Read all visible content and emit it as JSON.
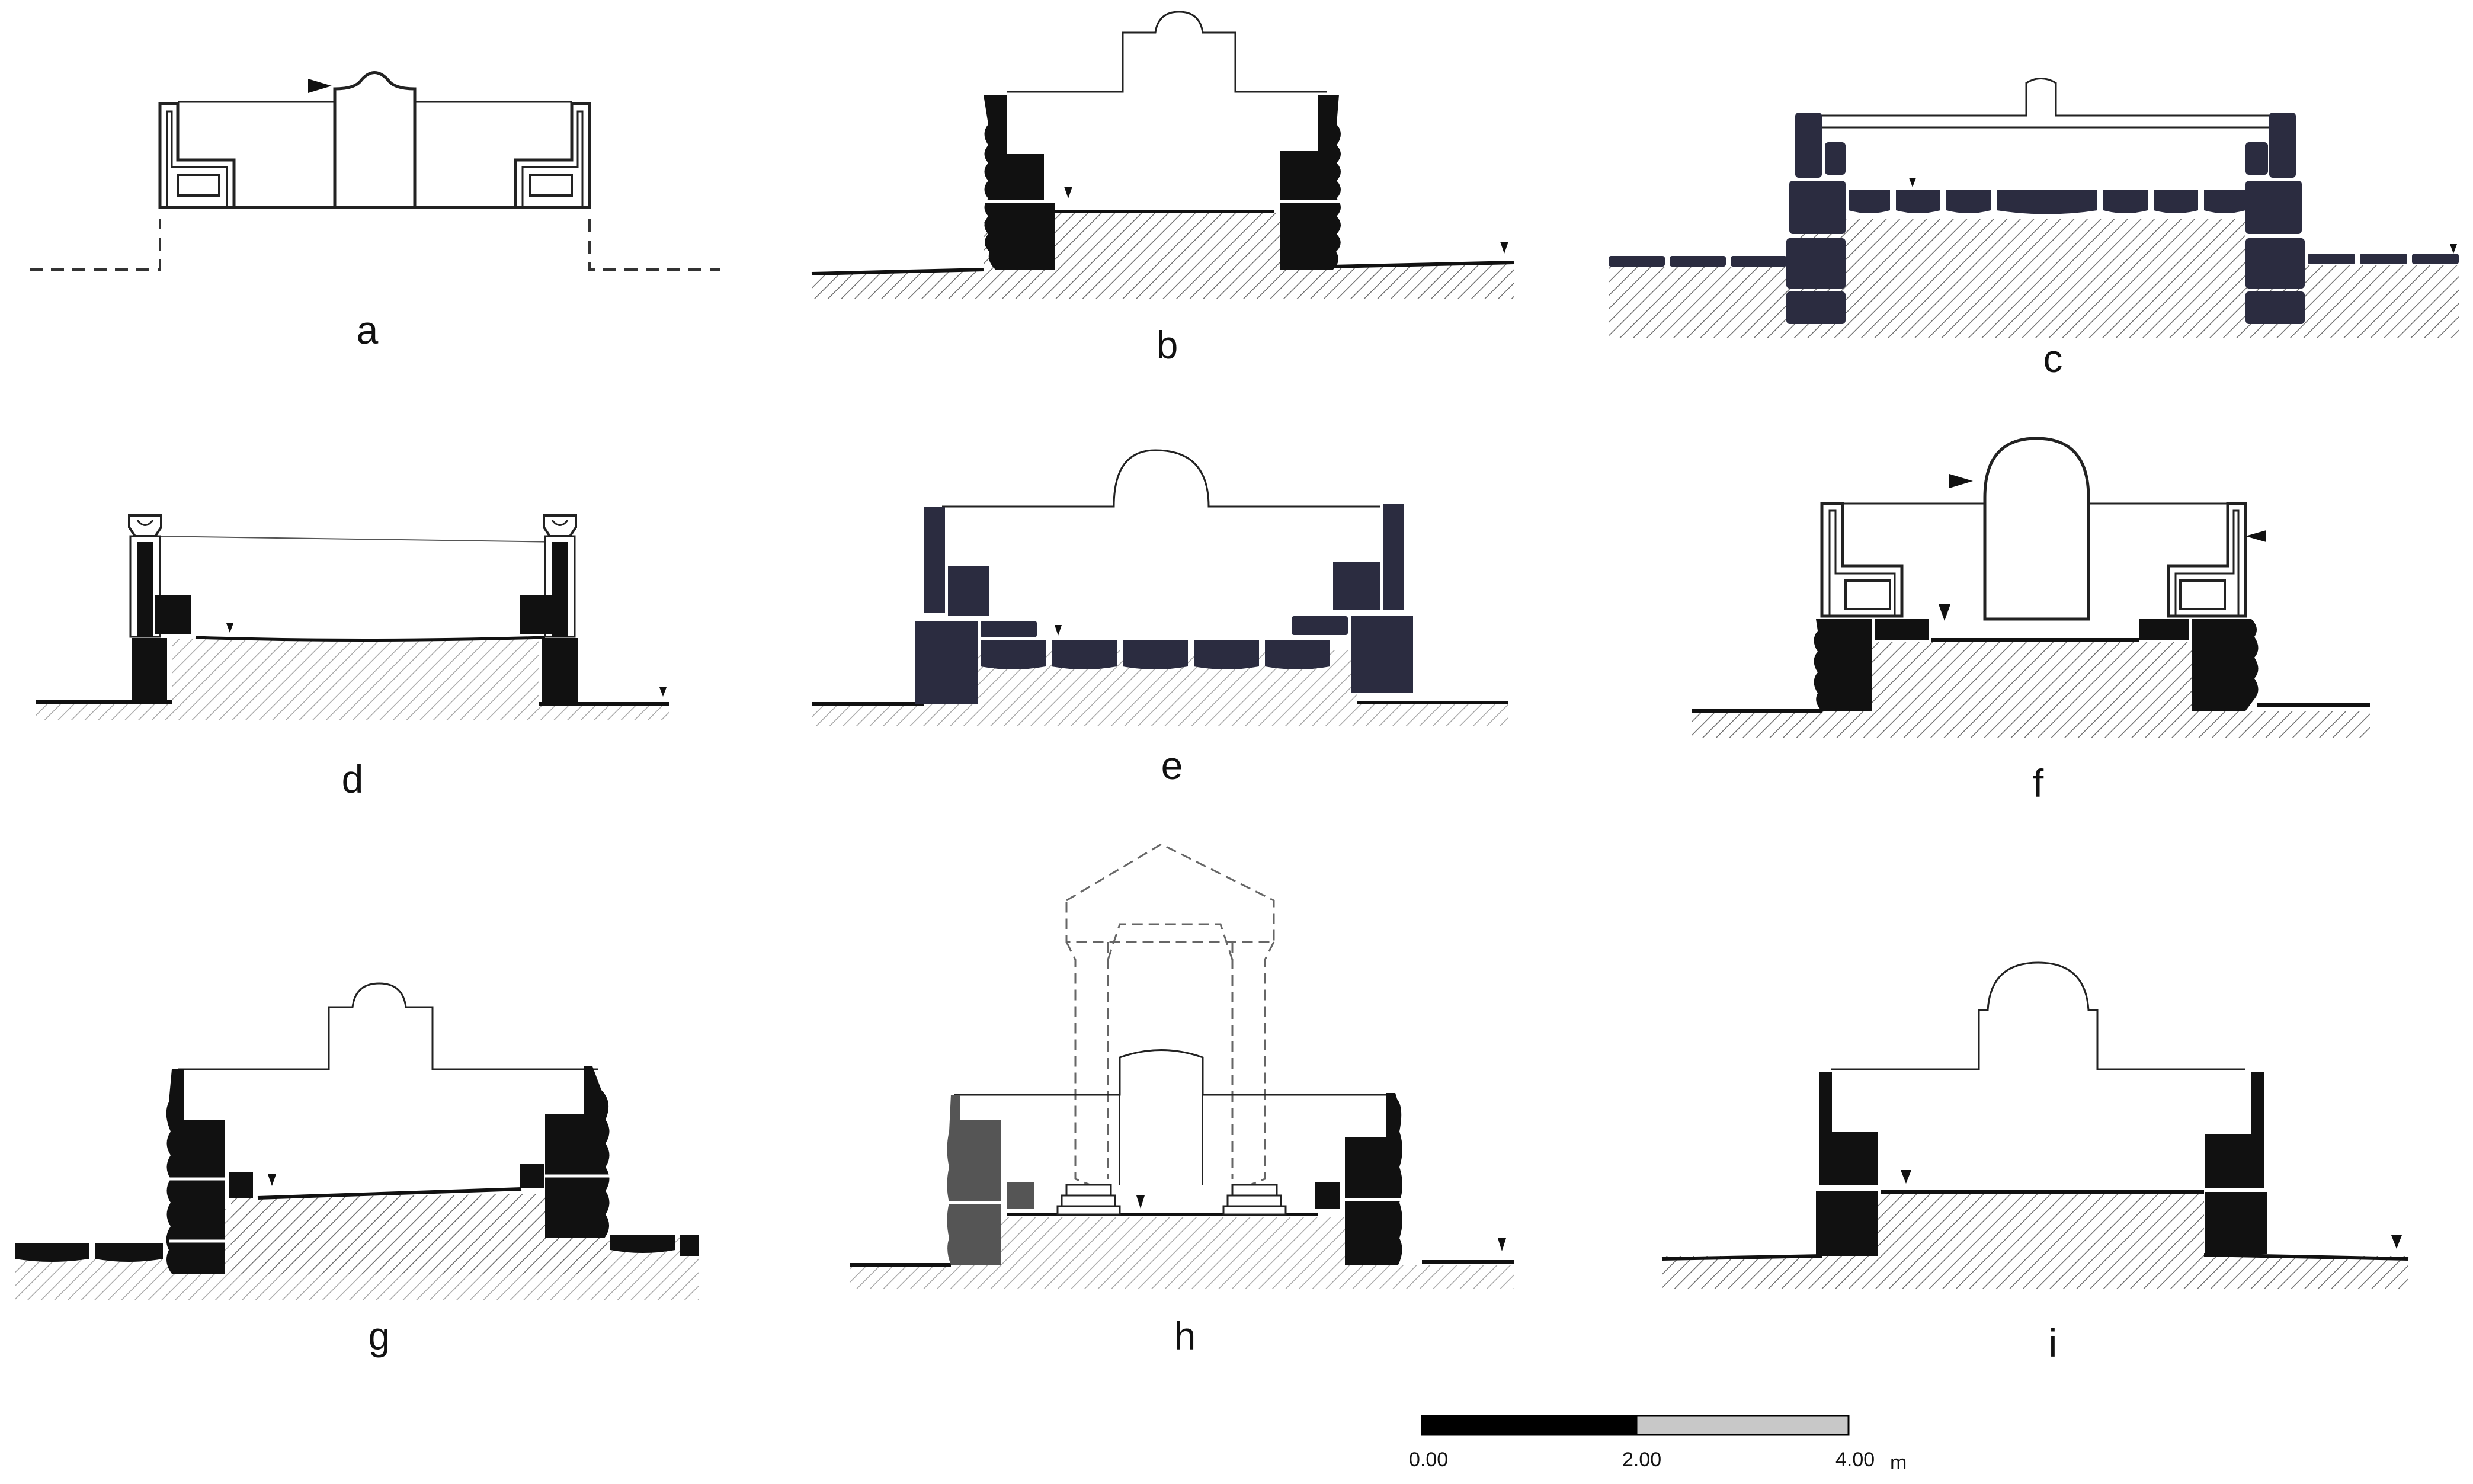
{
  "panels": [
    {
      "label": "a"
    },
    {
      "label": "b"
    },
    {
      "label": "c"
    },
    {
      "label": "d"
    },
    {
      "label": "e"
    },
    {
      "label": "f"
    },
    {
      "label": "g"
    },
    {
      "label": "h"
    },
    {
      "label": "i"
    }
  ],
  "scale_bar": {
    "ticks": [
      "0.00",
      "2.00",
      "4.00"
    ],
    "unit": "m"
  },
  "colors": {
    "masonry": "#111111",
    "masonry_dark_blue": "#2b2c40",
    "masonry_grey": "#555555",
    "hatch": "#777777",
    "scale_black": "#000000",
    "scale_grey": "#c8c8c8"
  }
}
